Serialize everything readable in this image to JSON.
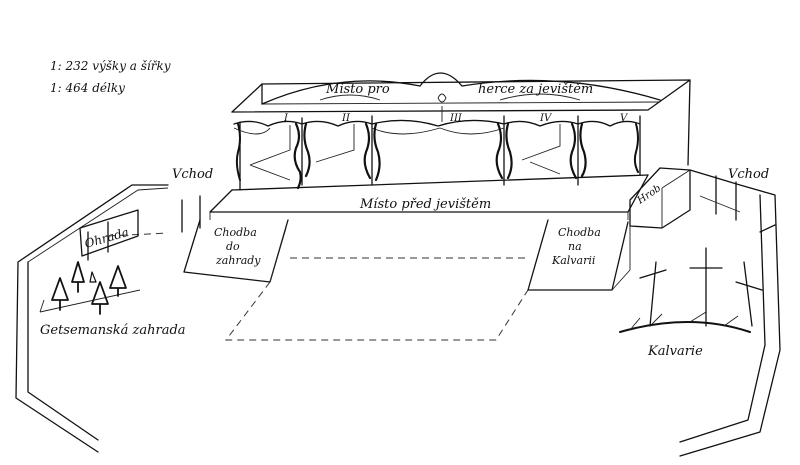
{
  "scale": {
    "line1": "1: 232 výšky a šířky",
    "line2": "1: 464 délky"
  },
  "labels": {
    "backstage_left": "Místo pro",
    "backstage_right": "herce za jevištěm",
    "front_stage": "Místo před jevištěm",
    "entrance_left": "Vchod",
    "entrance_right": "Vchod",
    "fence": "Ohrada",
    "corridor_garden_1": "Chodba",
    "corridor_garden_2": "do",
    "corridor_garden_3": "zahrady",
    "corridor_calvary_1": "Chodba",
    "corridor_calvary_2": "na",
    "corridor_calvary_3": "Kalvarii",
    "garden": "Getsemanská zahrada",
    "calvary": "Kalvarie",
    "small_box": "Hrob"
  },
  "bays": [
    "I",
    "II",
    "III",
    "IV",
    "V"
  ]
}
